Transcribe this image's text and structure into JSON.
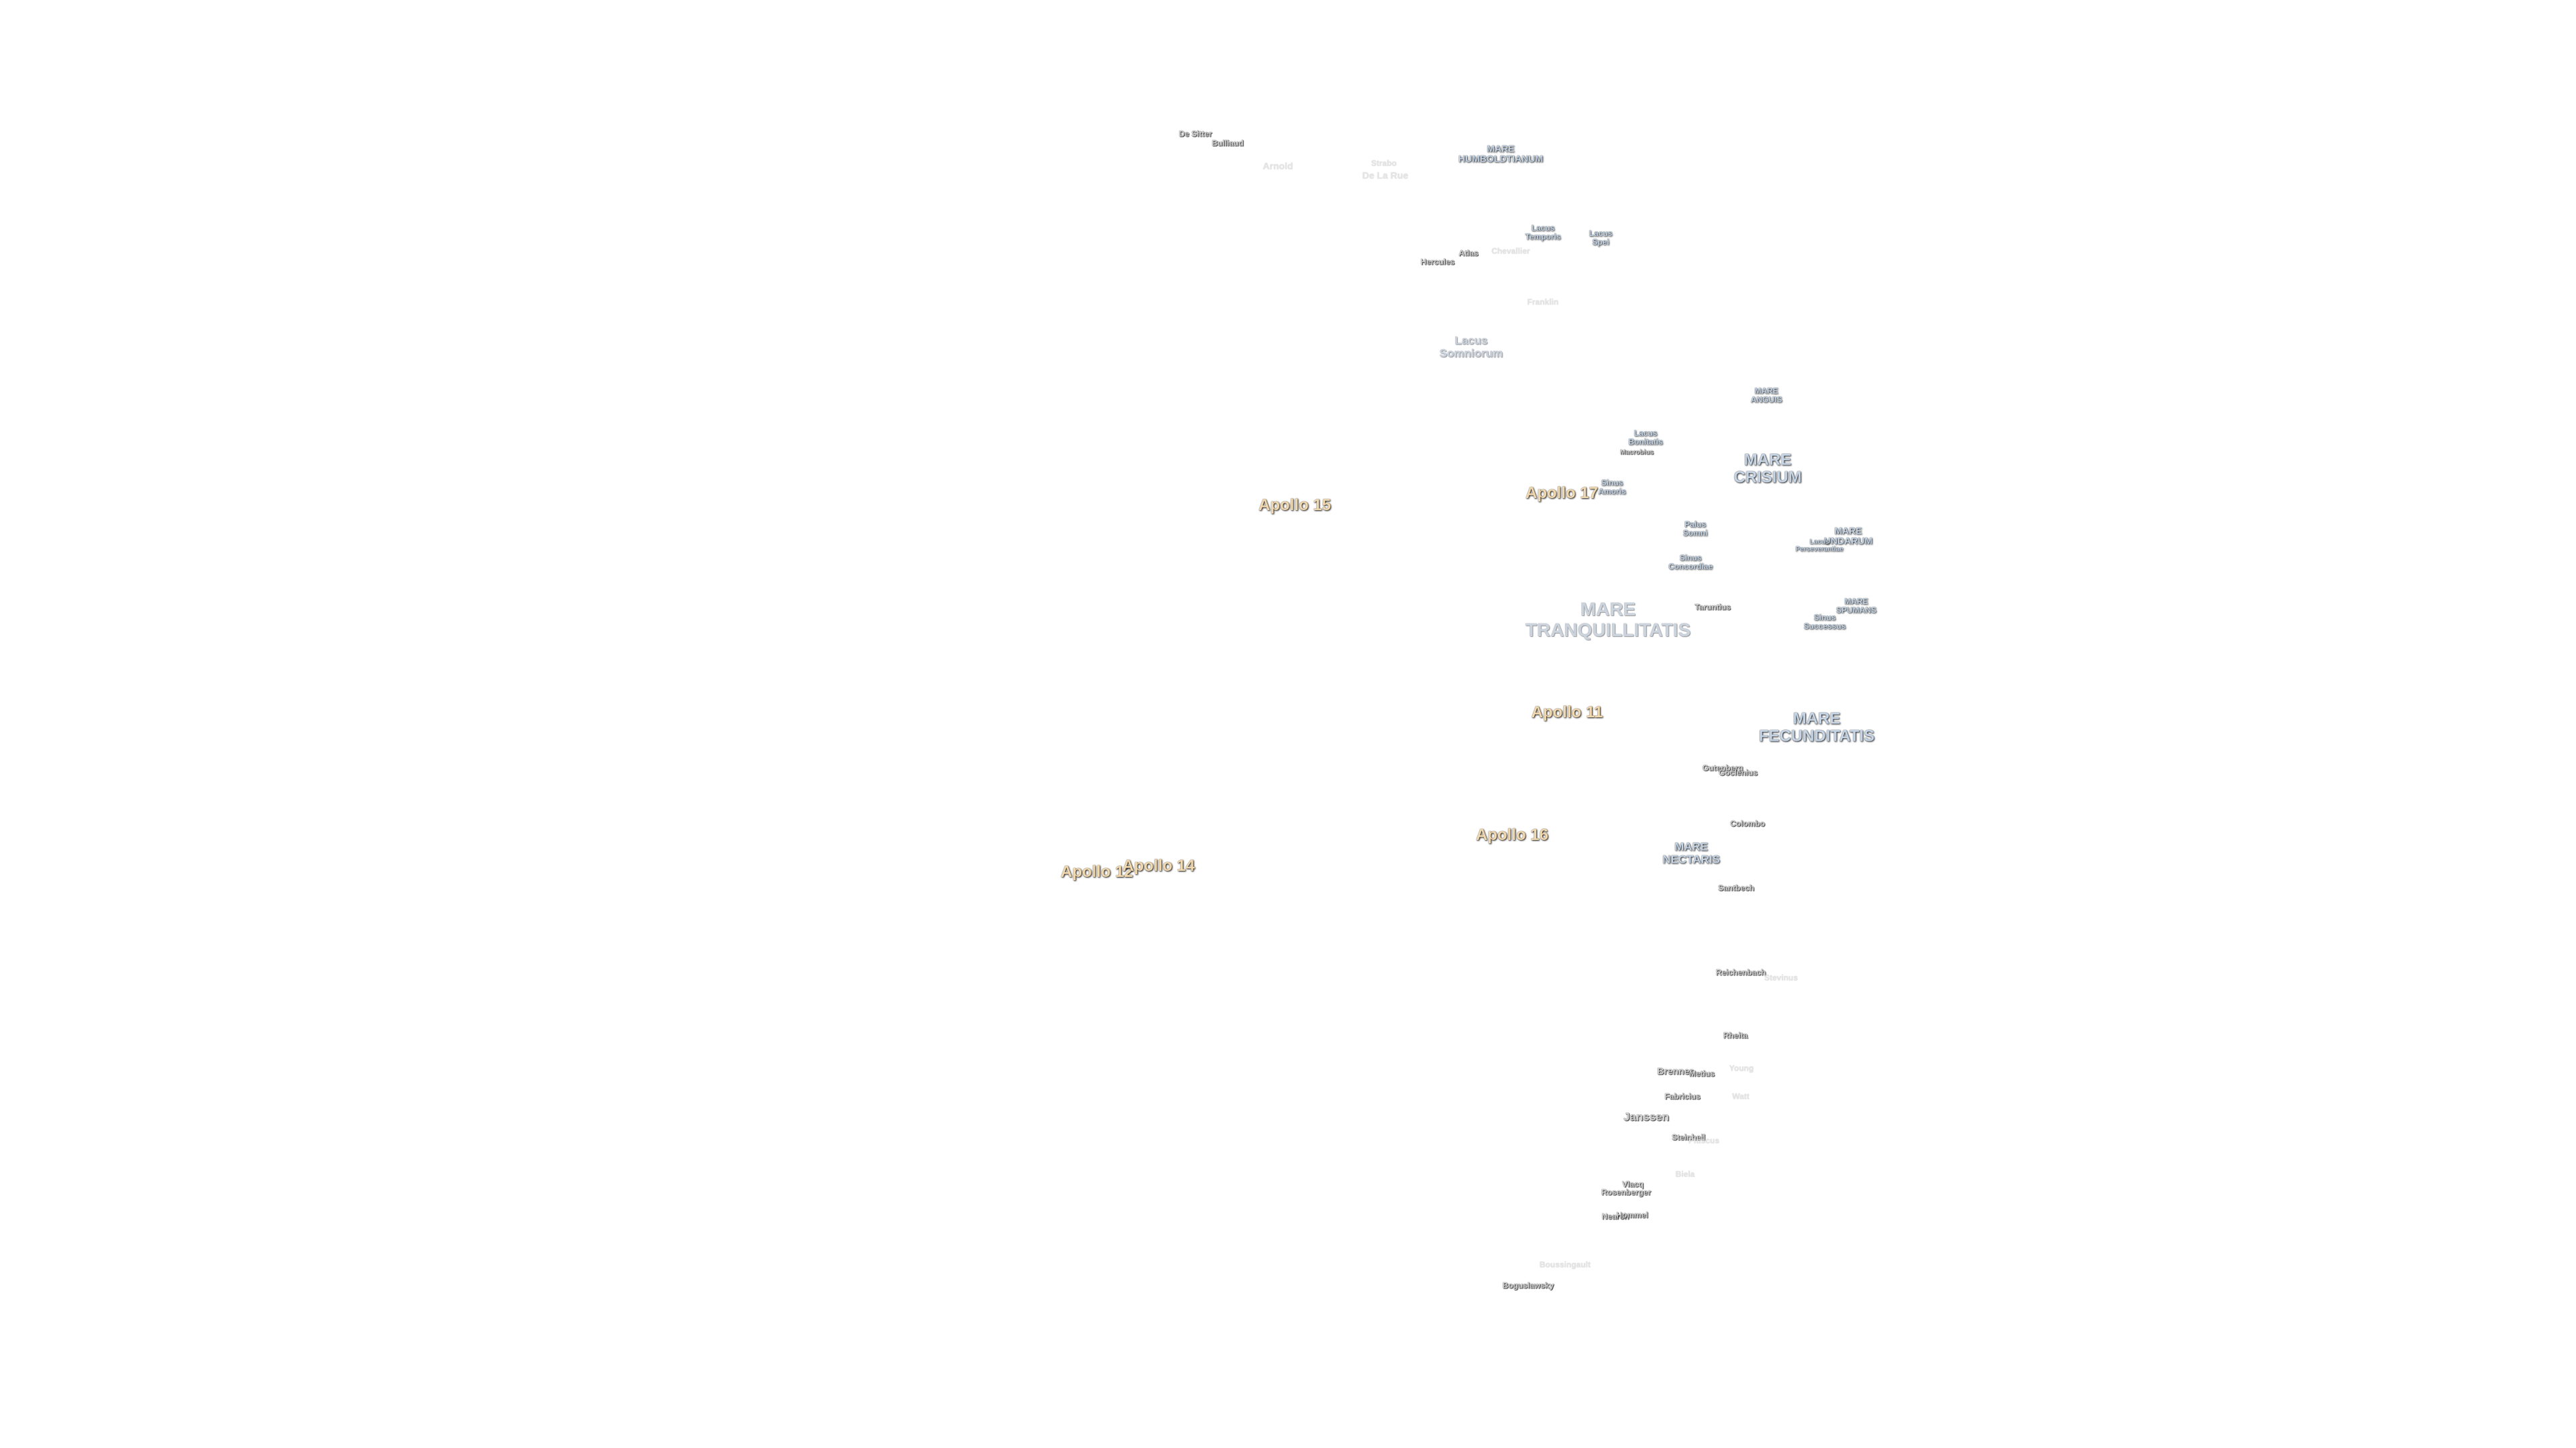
{
  "labels": {
    "de_sitter": "De Sitter",
    "bullialdus": "Bulliaud",
    "arnold": "Arnold",
    "strabo": "Strabo",
    "de_la_rue": "De La Rue",
    "mare_humboldtianum": "MARE\nHUMBOLDTIANUM",
    "lacus_temporis": "Lacus\nTemporis",
    "lacus_spei": "Lacus\nSpei",
    "atlas": "Atlas",
    "hercules": "Hercules",
    "chevallier": "Chevallier",
    "franklin": "Franklin",
    "lacus_somniorum": "Lacus\nSomniorum",
    "mare_anguis": "MARE\nANGUIS",
    "lacus_bonitatis": "Lacus\nBonitatis",
    "macrobius": "Macrobius",
    "mare_crisium": "MARE\nCRISIUM",
    "sinus_amoris": "Sinus\nAmoris",
    "palus_somni": "Palus\nSomni",
    "mare_undarum": "MARE\nUNDARUM",
    "lacus_perseverantiae": "Lacus\nPerseverantiae",
    "sinus_concordiae": "Sinus\nConcordiae",
    "taruntius": "Taruntius",
    "mare_spumans": "MARE\nSPUMANS",
    "sinus_successus": "Sinus\nSuccessus",
    "mare_tranquillitatis": "MARE\nTRANQUILLITATIS",
    "mare_fecunditatis": "MARE\nFECUNDITATIS",
    "gutenberg": "Gutenberg",
    "goclenius": "Goclenius",
    "colombo": "Colombo",
    "mare_nectaris": "MARE\nNECTARIS",
    "santbech": "Santbech",
    "reichenbach": "Reichenbach",
    "stevinus": "Stevinus",
    "rheita": "Rheita",
    "young": "Young",
    "brenner": "Brenner",
    "metius": "Metius",
    "fabricius": "Fabricius",
    "steinheil": "Steinheil",
    "janssen": "Janssen",
    "biela": "Biela",
    "vlacq": "Vlacq",
    "rosenberger": "Rosenberger",
    "nearch": "Nearch",
    "hommel": "Hommel",
    "boussingault": "Boussingault",
    "boguslawsky": "Boguslawsky",
    "watt": "Watt",
    "pitiscus": "Pitiscus",
    "apollo_11": "Apollo 11",
    "apollo_12": "Apollo 12",
    "apollo_14": "Apollo 14",
    "apollo_15": "Apollo 15",
    "apollo_16": "Apollo 16",
    "apollo_17": "Apollo 17"
  }
}
